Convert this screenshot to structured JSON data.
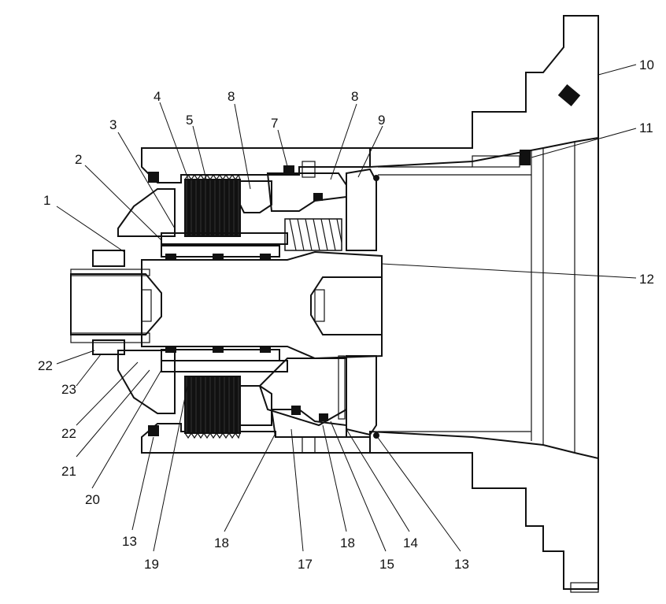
{
  "diagram": {
    "labels": [
      {
        "id": "l1",
        "text": "1"
      },
      {
        "id": "l2",
        "text": "2"
      },
      {
        "id": "l3",
        "text": "3"
      },
      {
        "id": "l4",
        "text": "4"
      },
      {
        "id": "l5",
        "text": "5"
      },
      {
        "id": "l8a",
        "text": "8"
      },
      {
        "id": "l7",
        "text": "7"
      },
      {
        "id": "l8b",
        "text": "8"
      },
      {
        "id": "l9",
        "text": "9"
      },
      {
        "id": "l10",
        "text": "10"
      },
      {
        "id": "l11",
        "text": "11"
      },
      {
        "id": "l12",
        "text": "12"
      },
      {
        "id": "l22a",
        "text": "22"
      },
      {
        "id": "l23",
        "text": "23"
      },
      {
        "id": "l22b",
        "text": "22"
      },
      {
        "id": "l21",
        "text": "21"
      },
      {
        "id": "l20",
        "text": "20"
      },
      {
        "id": "l13a",
        "text": "13"
      },
      {
        "id": "l19",
        "text": "19"
      },
      {
        "id": "l18a",
        "text": "18"
      },
      {
        "id": "l17",
        "text": "17"
      },
      {
        "id": "l18b",
        "text": "18"
      },
      {
        "id": "l15",
        "text": "15"
      },
      {
        "id": "l14",
        "text": "14"
      },
      {
        "id": "l13b",
        "text": "13"
      }
    ]
  }
}
